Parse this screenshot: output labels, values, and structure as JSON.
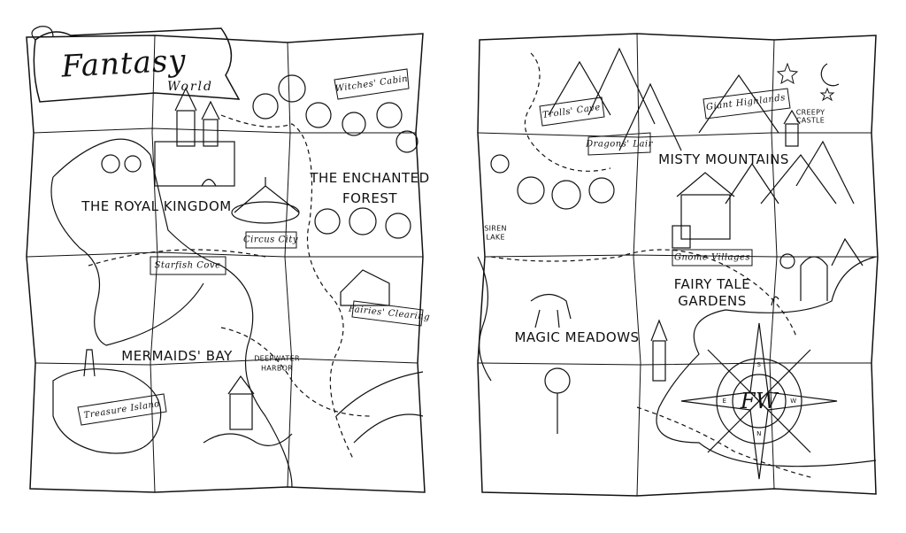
{
  "title": {
    "line1": "Fantasy",
    "line2": "World"
  },
  "left_page": {
    "labels": {
      "witches_cabin": "Witches' Cabin",
      "royal_kingdom": "THE ROYAL KINGDOM",
      "enchanted_forest_1": "THE ENCHANTED",
      "enchanted_forest_2": "FOREST",
      "circus_city": "Circus City",
      "starfish_cove": "Starfish Cove",
      "fairies_clearing": "Fairies' Clearing",
      "mermaids_bay": "MERMAIDS' BAY",
      "deepwater_1": "DEEPWATER",
      "deepwater_2": "HARBOR",
      "treasure_island": "Treasure Island"
    }
  },
  "right_page": {
    "labels": {
      "trolls_cave": "Trolls' Cave",
      "dragons_lair": "Dragons' Lair",
      "giant_highlands": "Giant Highlands",
      "creepy_1": "CREEPY",
      "creepy_2": "CASTLE",
      "misty_mountains": "MISTY MOUNTAINS",
      "siren_1": "SIREN",
      "siren_2": "LAKE",
      "gnome_villages": "Gnome Villages",
      "fairy_1": "FAIRY TALE",
      "fairy_2": "GARDENS",
      "magic_meadows": "MAGIC MEADOWS"
    },
    "compass": {
      "monogram": "FW",
      "n": "N",
      "s": "S",
      "e": "E",
      "w": "W"
    }
  },
  "colors": {
    "ink": "#111111",
    "paper": "#ffffff"
  }
}
